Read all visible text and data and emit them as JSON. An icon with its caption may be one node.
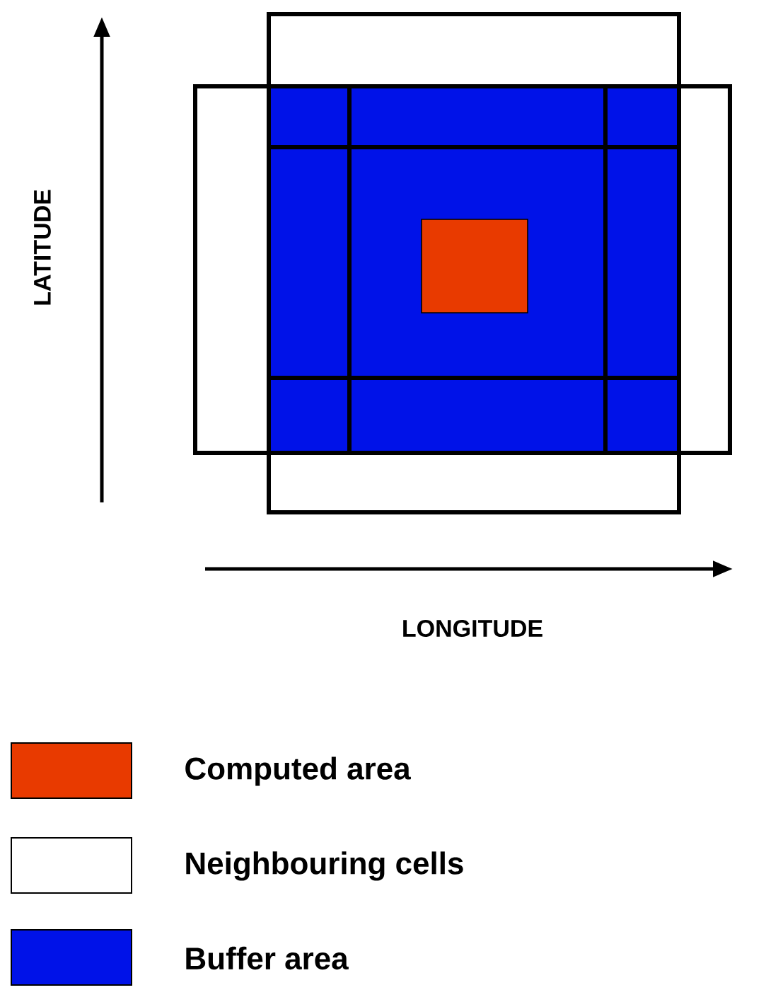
{
  "diagram": {
    "labels": [
      "LATITUDE",
      "LONGITUDE"
    ],
    "legend": [
      {
        "text": "Computed area",
        "color": "#e83a00"
      },
      {
        "text": "Neighbouring cells"
      },
      {
        "text": "Buffer area",
        "color": "#0012e8"
      }
    ]
  }
}
